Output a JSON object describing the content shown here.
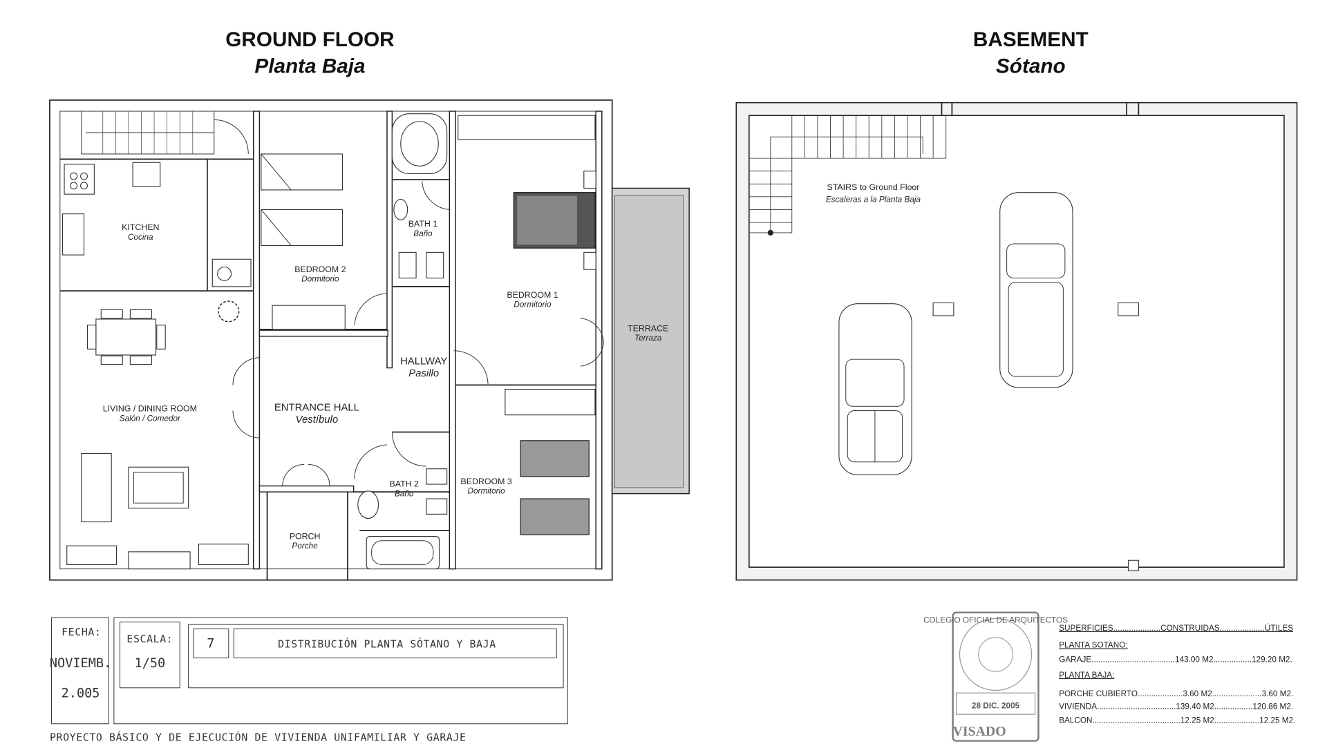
{
  "ground_floor": {
    "title": "GROUND FLOOR",
    "subtitle": "Planta Baja",
    "rooms": {
      "kitchen": {
        "en": "KITCHEN",
        "es": "Cocina"
      },
      "bedroom2": {
        "en": "BEDROOM 2",
        "es": "Dormitorio"
      },
      "bath1": {
        "en": "BATH 1",
        "es": "Baño"
      },
      "bedroom1": {
        "en": "BEDROOM 1",
        "es": "Dormitorio"
      },
      "terrace": {
        "en": "TERRACE",
        "es": "Terraza"
      },
      "hallway": {
        "en": "HALLWAY",
        "es": "Pasillo"
      },
      "living": {
        "en": "LIVING / DINING ROOM",
        "es": "Salón / Comedor"
      },
      "entrance": {
        "en": "ENTRANCE HALL",
        "es": "Vestíbulo"
      },
      "bath2": {
        "en": "BATH 2",
        "es": "Baño"
      },
      "bedroom3": {
        "en": "BEDROOM 3",
        "es": "Dormitorio"
      },
      "porch": {
        "en": "PORCH",
        "es": "Porche"
      }
    }
  },
  "basement": {
    "title": "BASEMENT",
    "subtitle": "Sótano",
    "stairs": {
      "en": "STAIRS to Ground Floor",
      "es": "Escaleras a la Planta Baja"
    }
  },
  "title_block": {
    "date_label": "FECHA:",
    "date_month": "NOVIEMB.",
    "date_year": "2.005",
    "scale_label": "ESCALA:",
    "scale_value": "1/50",
    "sheet_number": "7",
    "sheet_title": "DISTRIBUCIÓN PLANTA SÓTANO Y BAJA",
    "project": "PROYECTO BÁSICO Y DE EJECUCIÓN DE VIVIENDA UNIFAMILIAR Y GARAJE"
  },
  "stamp": {
    "text": "COLEGIO OFICIAL DE ARQUITECTOS",
    "date": "28 DIC. 2005",
    "visado": "VISADO"
  },
  "surfaces": {
    "header": "SUPERFICIES.....................CONSTRUIDAS....................ÚTILES",
    "section_sotano": "PLANTA SOTANO:",
    "garaje": "GARAJE.....................................143.00 M2.................129.20 M2.",
    "section_baja": "PLANTA BAJA:",
    "porche": "PORCHE CUBIERTO....................3.60 M2......................3.60 M2.",
    "vivienda": "VIVIENDA...................................139.40 M2.................120.86 M2.",
    "balcon": "BALCON.......................................12.25 M2....................12.25 M2."
  }
}
